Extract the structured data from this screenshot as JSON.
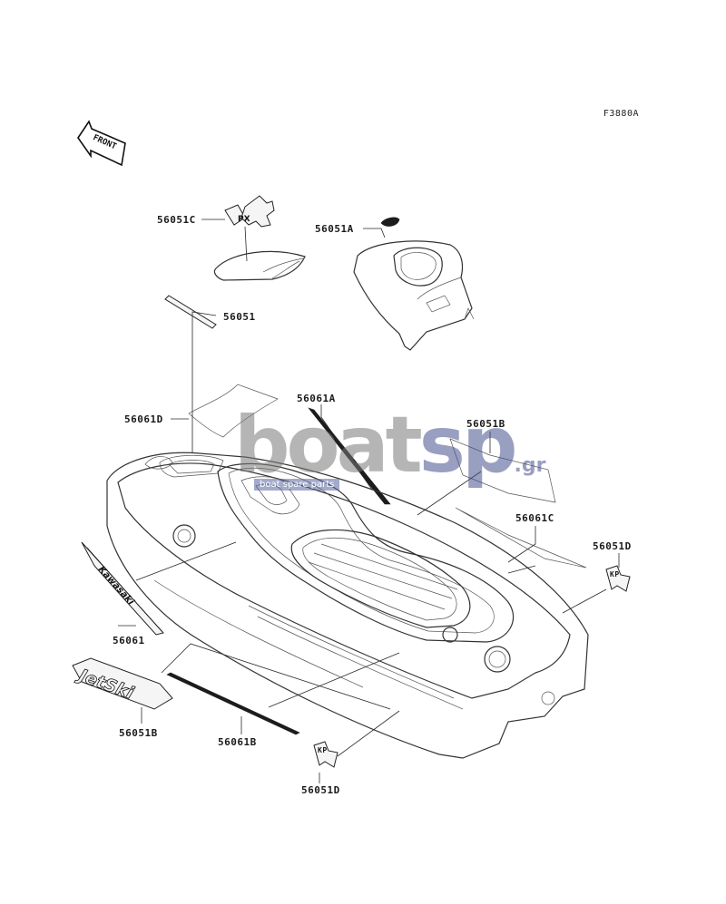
{
  "figure_code": "F3880A",
  "front_arrow_label": "FRONT",
  "watermark": {
    "main_a": "boat",
    "main_b": "sp",
    "suffix": ".gr",
    "sub": "boat spare parts"
  },
  "decal_text": {
    "px": "PX",
    "kawasaki": "Kawasaki",
    "jetski": "JetSki",
    "kp": "KP"
  },
  "callouts": [
    {
      "id": "c1",
      "label": "56051C"
    },
    {
      "id": "c2",
      "label": "56051A"
    },
    {
      "id": "c3",
      "label": "56051"
    },
    {
      "id": "c4",
      "label": "56061A"
    },
    {
      "id": "c5",
      "label": "56051B"
    },
    {
      "id": "c6",
      "label": "56061D"
    },
    {
      "id": "c7",
      "label": "56061C"
    },
    {
      "id": "c8",
      "label": "56051D"
    },
    {
      "id": "c9",
      "label": "56061"
    },
    {
      "id": "c10",
      "label": "56051B"
    },
    {
      "id": "c11",
      "label": "56061B"
    },
    {
      "id": "c12",
      "label": "56051D"
    }
  ]
}
